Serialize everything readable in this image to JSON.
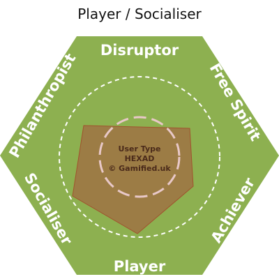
{
  "title": "Player / Socialiser",
  "hexad": {
    "sides": [
      "Disruptor",
      "Free Spirit",
      "Achiever",
      "Player",
      "Socialiser",
      "Philanthropist"
    ],
    "center_lines": [
      "User Type",
      "HEXAD",
      "© Gamified.uk"
    ]
  },
  "colors": {
    "hexagon_fill": "#8db050",
    "polygon_fill": "#9c7c45",
    "polygon_stroke": "#a0522d",
    "label": "#ffffff",
    "circle_inner": "#e8c8c8"
  }
}
